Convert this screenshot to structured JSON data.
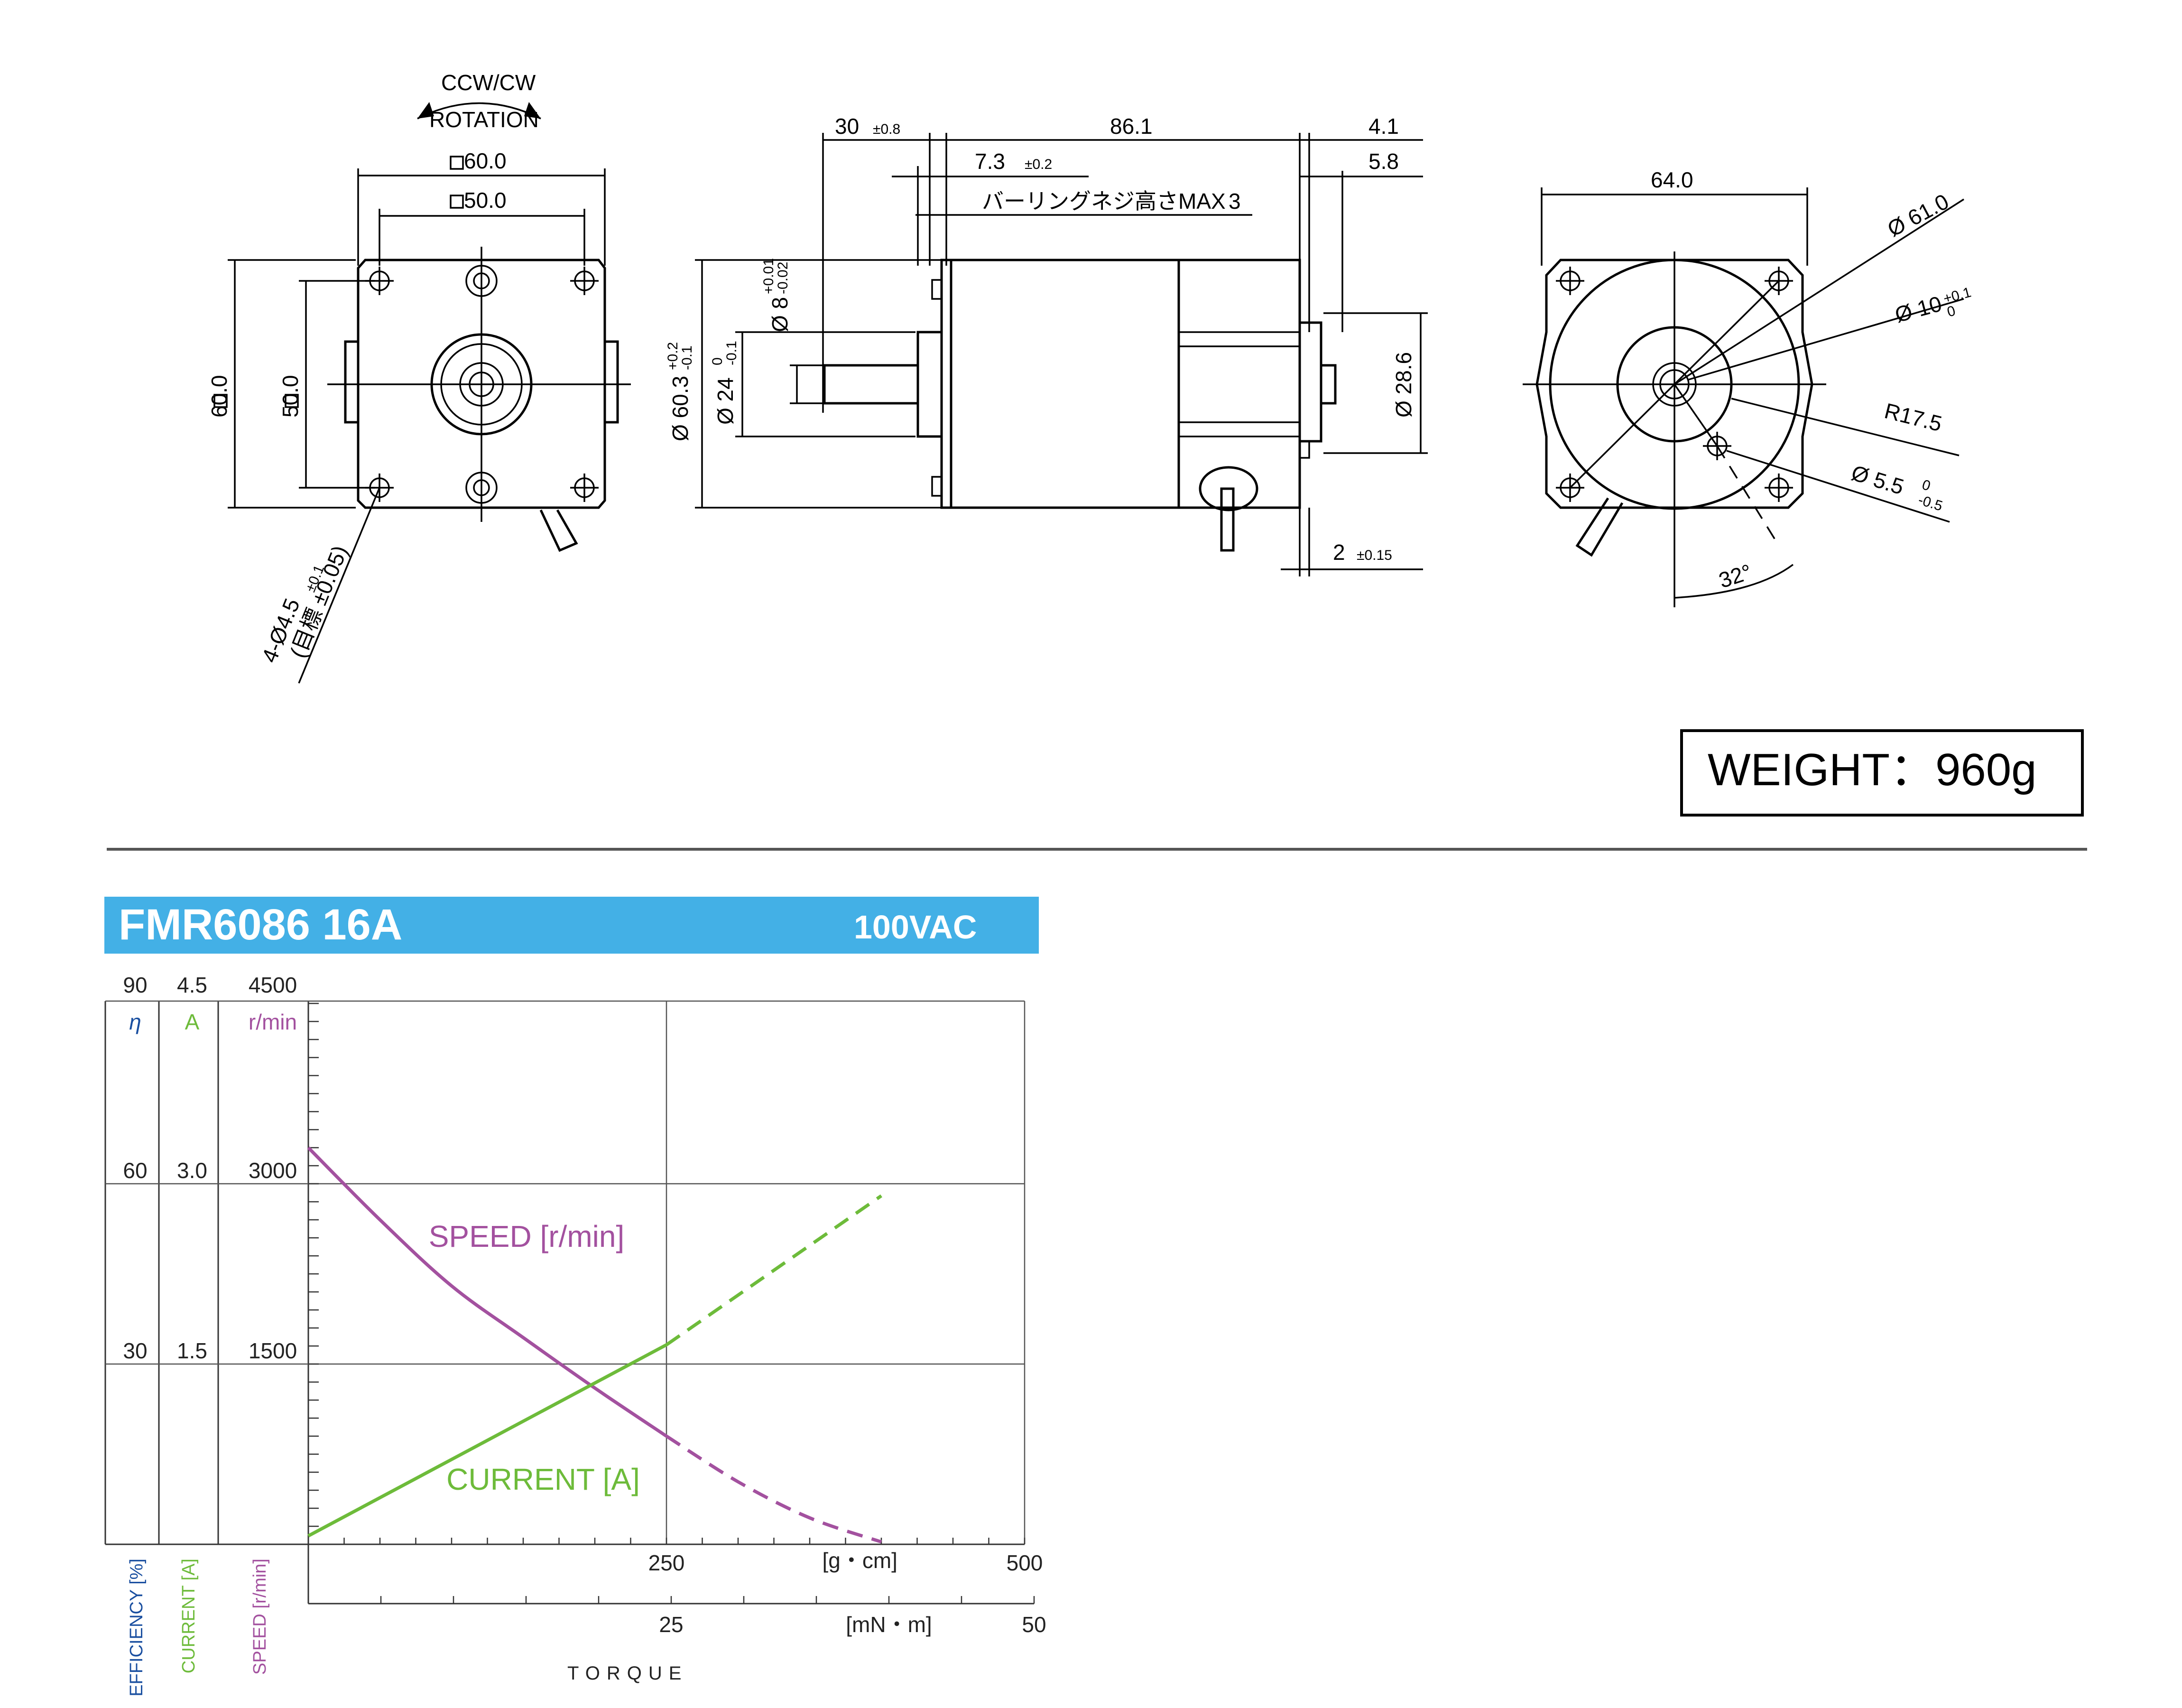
{
  "drawing": {
    "front_view": {
      "rotation_label_1": "CCW/CW",
      "rotation_label_2": "ROTATION",
      "dim_outer_width": "60.0",
      "dim_inner_width": "50.0",
      "dim_outer_height": "60.0",
      "dim_inner_height": "50.0",
      "hole_callout": "4-Ø4.5",
      "hole_tol": "±0.1",
      "hole_note": "(目標 ±0.05)"
    },
    "side_view": {
      "dim_shaft_len": "30",
      "dim_shaft_len_tol": "±0.8",
      "dim_boss_len": "7.3",
      "dim_boss_len_tol": "±0.2",
      "screw_note": "バーリングネジ高さMAX",
      "screw_note_value": "3",
      "dim_body_len": "86.1",
      "dim_rear_1": "4.1",
      "dim_rear_2": "5.8",
      "dim_shaft_dia": "Ø 8",
      "dim_shaft_dia_tol_hi": "+0.01",
      "dim_shaft_dia_tol_lo": "-0.02",
      "dim_boss_dia": "Ø 24",
      "dim_boss_dia_tol_hi": "0",
      "dim_boss_dia_tol_lo": "-0.1",
      "dim_body_dia": "Ø 60.3",
      "dim_body_dia_tol_hi": "+0.2",
      "dim_body_dia_tol_lo": "-0.1",
      "dim_rear_dia": "Ø 28.6",
      "dim_rear_step": "2",
      "dim_rear_step_tol": "±0.15"
    },
    "rear_view": {
      "dim_width": "64.0",
      "dim_dia_61": "Ø 61.0",
      "dim_dia_10": "Ø 10",
      "dim_dia_10_tol_hi": "+0.1",
      "dim_dia_10_tol_lo": "0",
      "dim_r": "R17.5",
      "dim_dia_55": "Ø 5.5",
      "dim_dia_55_tol_hi": "0",
      "dim_dia_55_tol_lo": "-0.5",
      "dim_angle": "32°"
    },
    "weight_label": "WEIGHT：960g"
  },
  "chart_header": {
    "model": "FMR6086 16A",
    "voltage": "100VAC",
    "bg_color": "#43b0e6"
  },
  "chart_data": {
    "type": "line",
    "x_axis": {
      "label": "TORQUE",
      "primary_unit": "[g・cm]",
      "primary_ticks": [
        "250",
        "500"
      ],
      "primary_range": [
        0,
        500
      ],
      "secondary_unit": "[mN・m]",
      "secondary_ticks": [
        "25",
        "50"
      ],
      "secondary_range": [
        0,
        50
      ]
    },
    "y_axes": [
      {
        "name": "EFFICIENCY [%]",
        "unit": "η",
        "ticks": [
          "30",
          "60",
          "90"
        ],
        "range": [
          0,
          90
        ],
        "color": "#1a4fa0"
      },
      {
        "name": "CURRENT [A]",
        "unit": "A",
        "ticks": [
          "1.5",
          "3.0",
          "4.5"
        ],
        "range": [
          0,
          4.5
        ],
        "color": "#6dbb3a"
      },
      {
        "name": "SPEED [r/min]",
        "unit": "r/min",
        "ticks": [
          "1500",
          "3000",
          "4500"
        ],
        "range": [
          0,
          4500
        ],
        "color": "#a3519f"
      }
    ],
    "series": [
      {
        "name": "SPEED [r/min]",
        "axis": "SPEED [r/min]",
        "color": "#a3519f",
        "solid": {
          "x": [
            0,
            50,
            100,
            150,
            200,
            250
          ],
          "y": [
            3300,
            2700,
            2150,
            1720,
            1300,
            900
          ]
        },
        "dashed": {
          "x": [
            250,
            300,
            350,
            400
          ],
          "y": [
            900,
            520,
            220,
            20
          ]
        }
      },
      {
        "name": "CURRENT [A]",
        "axis": "CURRENT [A]",
        "color": "#6dbb3a",
        "solid": {
          "x": [
            0,
            250
          ],
          "y": [
            0.07,
            1.66
          ]
        },
        "dashed": {
          "x": [
            250,
            400
          ],
          "y": [
            1.66,
            2.9
          ]
        }
      }
    ]
  }
}
